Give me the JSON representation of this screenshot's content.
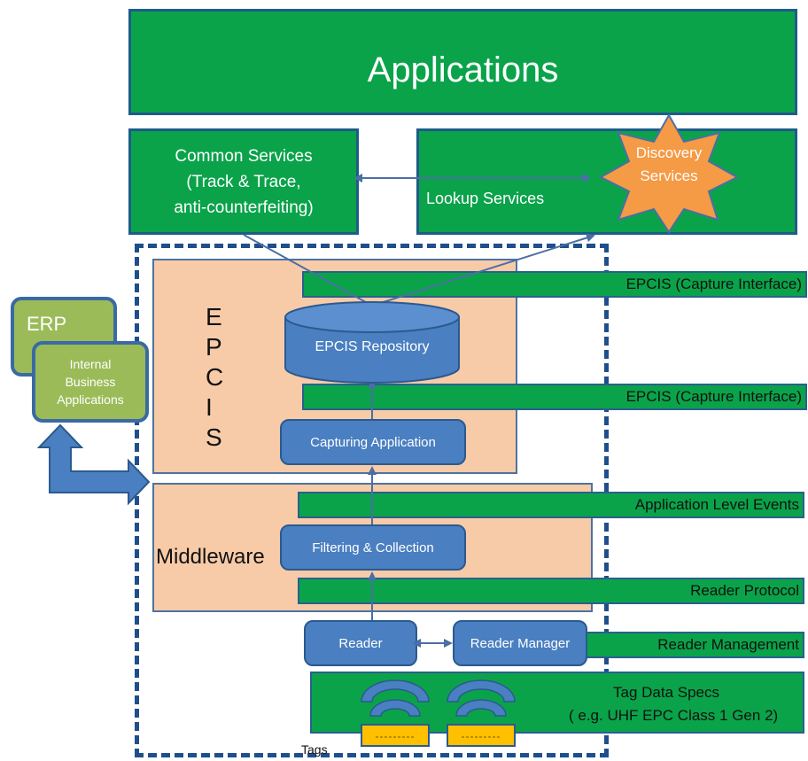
{
  "applications": "Applications",
  "common_services": [
    "Common Services",
    "(Track & Trace,",
    "anti-counterfeiting)"
  ],
  "lookup_services": "Lookup Services",
  "discovery_services": [
    "Discovery",
    "Services"
  ],
  "epcis_letters": [
    "E",
    "P",
    "C",
    "I",
    "S"
  ],
  "epcis_repository": "EPCIS Repository",
  "capturing_application": "Capturing Application",
  "middleware": "Middleware",
  "filtering_collection": "Filtering & Collection",
  "reader": "Reader",
  "reader_manager": "Reader Manager",
  "bars": {
    "epcis_capture_top": "EPCIS (Capture Interface)",
    "epcis_capture_bottom": "EPCIS (Capture Interface)",
    "app_level_events": "Application Level Events",
    "reader_protocol": "Reader Protocol"
  },
  "reader_management": "Reader Management",
  "tag_data_specs": [
    "Tag Data Specs",
    "( e.g. UHF EPC Class 1  Gen 2)"
  ],
  "tags": "Tags",
  "erp": "ERP",
  "internal_business": [
    "Internal",
    "Business",
    "Applications"
  ],
  "colors": {
    "green": "#0aa34a",
    "peach": "#f8cba8",
    "blue": "#4a7fc1",
    "navy_dash": "#1f4e8c",
    "orange": "#f59a45",
    "lime": "#9bbb59",
    "tag_yellow": "#ffc000"
  }
}
